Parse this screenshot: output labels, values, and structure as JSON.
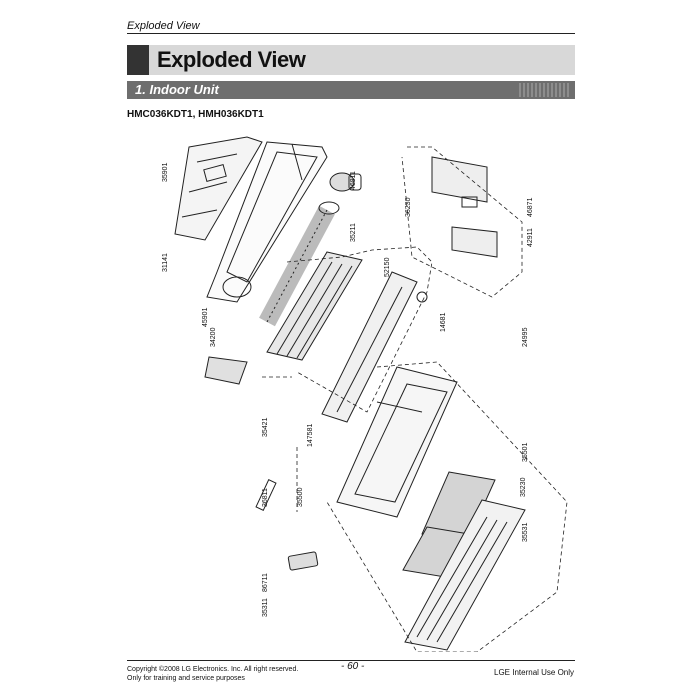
{
  "running_head": "Exploded View",
  "title": "Exploded View",
  "section": "1. Indoor Unit",
  "models": "HMC036KDT1, HMH036KDT1",
  "part_labels": [
    "35901",
    "31141",
    "45901",
    "34200",
    "46811",
    "35211",
    "52150",
    "14681",
    "36230",
    "46871",
    "42911",
    "24995",
    "35421",
    "147581",
    "35501",
    "35500",
    "35230",
    "35531",
    "36811",
    "35311",
    "86711"
  ],
  "footer": {
    "copyright": "Copyright ©2008 LG Electronics. Inc. All right reserved.",
    "note": "Only for training and service purposes",
    "page": "- 60 -",
    "internal": "LGE Internal Use Only"
  }
}
